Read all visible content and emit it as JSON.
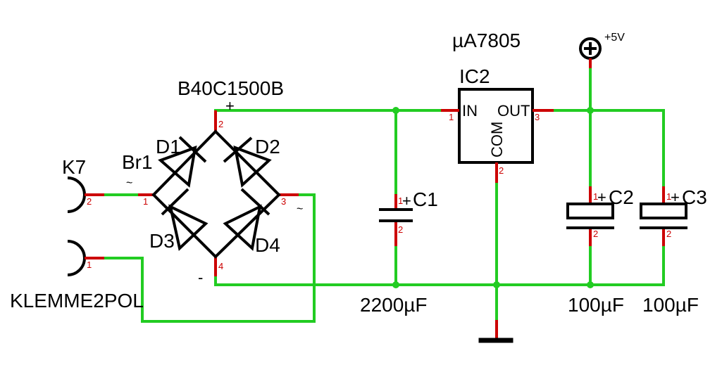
{
  "parts": {
    "bridge": {
      "ref": "Br1",
      "value": "B40C1500B",
      "plus": "+",
      "minus": "-",
      "ac1": "~",
      "ac2": "~",
      "pins": [
        "1",
        "2",
        "3",
        "4"
      ],
      "diodes": [
        "D1",
        "D2",
        "D3",
        "D4"
      ]
    },
    "connector": {
      "ref": "K7",
      "value": "KLEMME2POL",
      "pins": [
        "2",
        "1"
      ]
    },
    "regulator": {
      "ref": "IC2",
      "value": "µA7805",
      "in_label": "IN",
      "out_label": "OUT",
      "com_label": "COM",
      "pins": [
        "1",
        "3",
        "2"
      ]
    },
    "c1": {
      "ref": "C1",
      "value": "2200µF",
      "plus": "+",
      "pins": [
        "1",
        "2"
      ]
    },
    "c2": {
      "ref": "C2",
      "value": "100µF",
      "plus": "+",
      "pins": [
        "1",
        "2"
      ]
    },
    "c3": {
      "ref": "C3",
      "value": "100µF",
      "plus": "+",
      "pins": [
        "1",
        "2"
      ]
    },
    "supply": {
      "label": "+5V"
    }
  },
  "colors": {
    "wire": "#22cc22",
    "pin": "#cc0000",
    "symbol": "#000000"
  }
}
